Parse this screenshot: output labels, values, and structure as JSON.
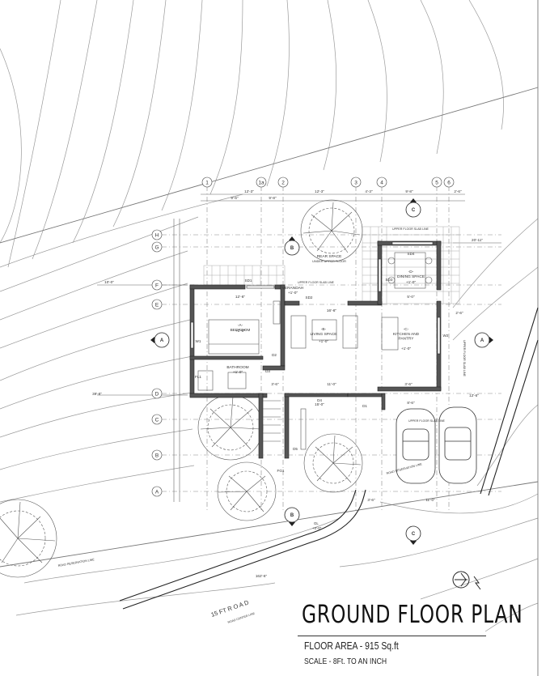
{
  "drawing": {
    "title": "GROUND FLOOR PLAN",
    "floor_area": "FLOOR AREA - 915 Sq.ft",
    "scale": "SCALE - 8Ft. TO AN INCH"
  },
  "grid": {
    "columns": [
      "1",
      "1a",
      "2",
      "3",
      "4",
      "5",
      "6"
    ],
    "rows": [
      "H",
      "G",
      "F",
      "E",
      "D",
      "C",
      "B",
      "A"
    ]
  },
  "section_markers": [
    "A",
    "A",
    "B",
    "B",
    "C",
    "C"
  ],
  "rooms": {
    "bedroom": {
      "name": "-A-\nBEDROOM",
      "level": "+1'-0\"",
      "size": "12'-6\""
    },
    "bathroom": {
      "name": "BATHROOM",
      "level": "+1'-0\""
    },
    "living": {
      "name": "-B-\nLIVING SPACE",
      "level": "+1'-0\"",
      "size": "16'-6\""
    },
    "kitchen": {
      "name": "-C-\nKITCHEN AND\nPANTRY",
      "level": "+1'-0\""
    },
    "dining": {
      "name": "-D-\nDINING SPACE",
      "level": "+1'-0\""
    },
    "verandah": {
      "name": "VERANDAH",
      "level": "+1'-0\""
    },
    "rear_space": {
      "name": "REAR SPACE",
      "note": "UNDER UPPER FLOOR"
    }
  },
  "tags": [
    "W1",
    "W2",
    "D2",
    "D3",
    "D4",
    "D5",
    "D1",
    "FG1",
    "FL1",
    "SD1",
    "SD2",
    "SD3",
    "SD4"
  ],
  "dimensions": [
    "9'-6\"",
    "12'-3\"",
    "9'-8\"",
    "12'-3\"",
    "4'-3\"",
    "9'-8\"",
    "2'-6\"",
    "10'-0\"",
    "20'-11\"",
    "5'-0\"",
    "2'-6\"",
    "3'-6\"",
    "11'-0\"",
    "3'-6\"",
    "8'-6\"",
    "12'-6\"",
    "39'-8\"",
    "15'-0\"",
    "11'-0\"",
    "3'-6\"",
    "162'-6\""
  ],
  "labels": {
    "road": "15 FT R O A D",
    "road_center": "ROAD CENTER LINE",
    "road_reservation_1": "ROAD RESERVATION LINE",
    "road_reservation_2": "ROAD RESERVATION LINE",
    "upper_slab_1": "UPPER FLOOR SLAB LINE",
    "upper_slab_2": "UPPER FLOOR SLAB LINE",
    "upper_slab_3": "UPPER FLOOR SLAB LINE",
    "upper_slab_4": "UPPER FLOOR SLAB LINE",
    "level_ground": "GL",
    "level_value": "+0'-0\""
  }
}
